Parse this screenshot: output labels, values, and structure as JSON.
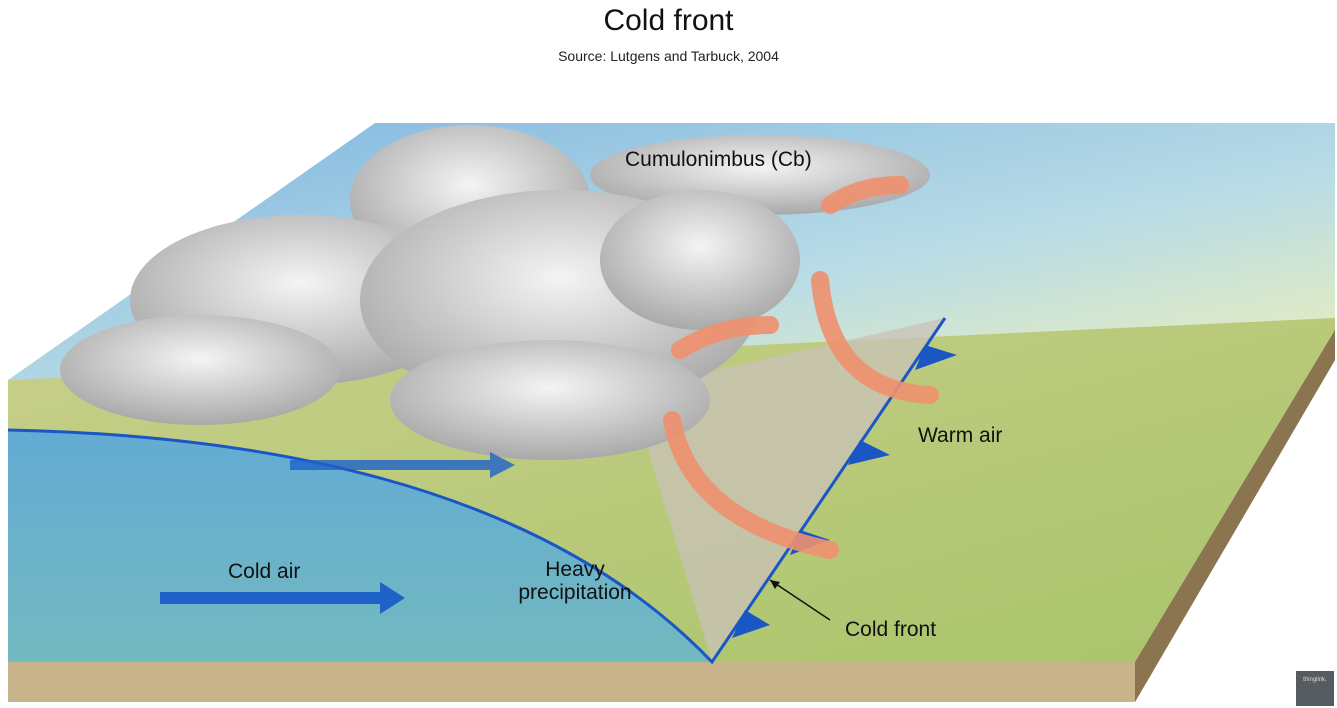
{
  "title": "Cold front",
  "source": "Source: Lutgens and Tarbuck, 2004",
  "labels": {
    "cumulonimbus": "Cumulonimbus (Cb)",
    "warm_air": "Warm air",
    "cold_air": "Cold air",
    "heavy_precipitation": "Heavy precipitation",
    "cold_front": "Cold front"
  },
  "badge": "thinglink."
}
